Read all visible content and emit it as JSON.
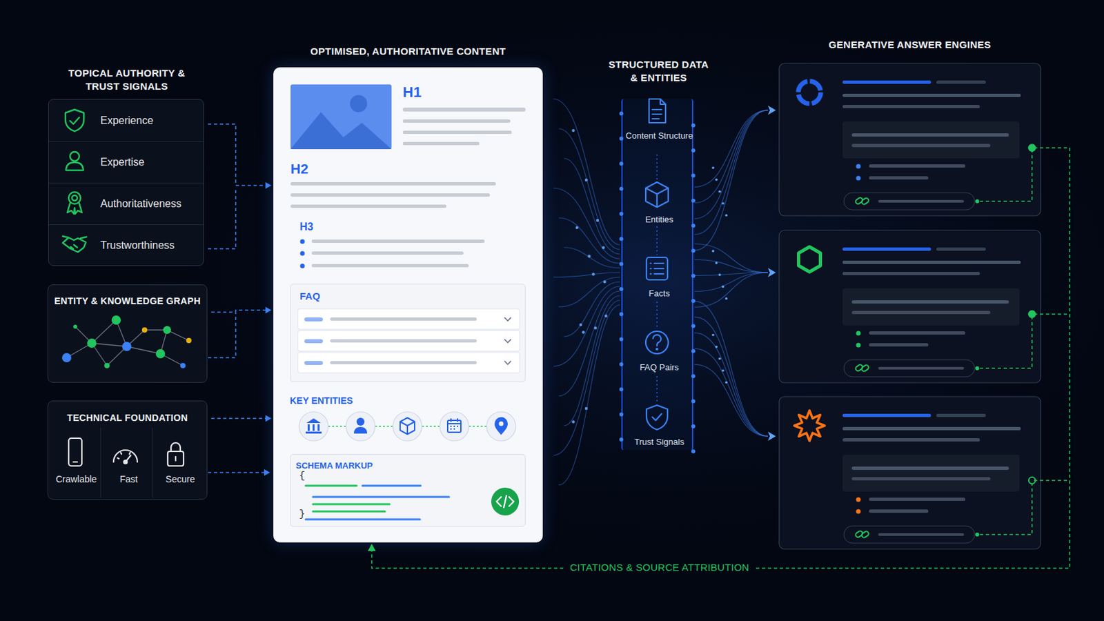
{
  "diagram": {
    "nodes": [
      {
        "text": [
          "TOPICAL AUTHORITY & TRUST SIGNALS"
        ]
      },
      {
        "text": [
          "Experience"
        ],
        "in": 0
      },
      {
        "text": [
          "Expertise"
        ],
        "in": 0
      },
      {
        "text": [
          "Authoritativeness"
        ],
        "in": 0
      },
      {
        "text": [
          "Trustworthiness"
        ],
        "in": 0
      },
      {
        "text": [
          "ENTITY & KNOWLEDGE GRAPH"
        ]
      },
      {
        "text": [
          "TECHNICAL FOUNDATION"
        ]
      },
      {
        "text": [
          "Crawlable"
        ],
        "in": 6
      },
      {
        "text": [
          "Fast"
        ],
        "in": 6
      },
      {
        "text": [
          "Secure"
        ],
        "in": 6
      },
      {
        "text": [
          "OPTIMISED, AUTHORITATIVE CONTENT",
          "H1",
          "H2",
          "H3",
          "KEY ENTITIES"
        ]
      },
      {
        "text": [
          "FAQ"
        ],
        "in": 10
      },
      {
        "text": [
          "SCHEMA MARKUP",
          "{",
          "}"
        ],
        "in": 10
      },
      {
        "text": [
          "STRUCTURED DATA & ENTITIES"
        ]
      },
      {
        "text": [
          "Content Structure"
        ],
        "in": 13
      },
      {
        "text": [
          "Entities"
        ],
        "in": 13
      },
      {
        "text": [
          "Facts"
        ],
        "in": 13
      },
      {
        "text": [
          "FAQ Pairs"
        ],
        "in": 13
      },
      {
        "text": [
          "Trust Signals"
        ],
        "in": 13
      }
    ],
    "edges": [
      {
        "from": 0,
        "to": 10,
        "arrow": "to"
      },
      {
        "from": 5,
        "to": 10,
        "arrow": "to"
      },
      {
        "from": 6,
        "to": 10,
        "arrow": "to"
      }
    ],
    "labels": [
      "GENERATIVE ANSWER ENGINES",
      "CITATIONS & SOURCE ATTRIBUTION"
    ]
  }
}
